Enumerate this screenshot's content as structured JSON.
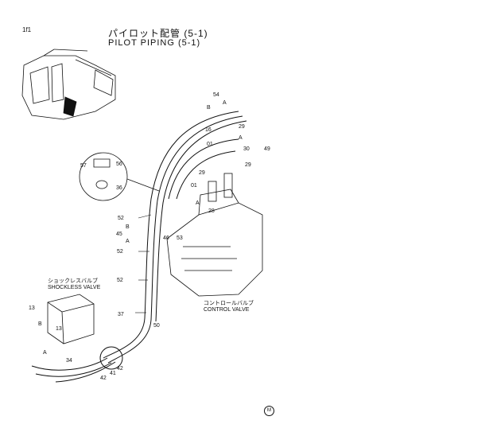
{
  "page_number": "1f1",
  "title_jp": "パイロット配管 (5-1)",
  "title_en": "PILOT PIPING (5-1)",
  "labels": {
    "shockless_valve_jp": "ショックレスバルブ",
    "shockless_valve_en": "SHOCKLESS VALVE",
    "control_valve_jp": "コントロールバルブ",
    "control_valve_en": "CONTROL VALVE"
  },
  "callouts": {
    "c54": "54",
    "cB1": "B",
    "cA1": "A",
    "c29a": "29",
    "c16": "16",
    "c01a": "01",
    "cA2": "A",
    "c30": "30",
    "c49": "49",
    "c29b": "29",
    "c29c": "29",
    "c01b": "01",
    "c28": "28",
    "cA3": "A",
    "c57": "57",
    "c56": "56",
    "c36": "36",
    "c52a": "52",
    "cB2": "B",
    "cA4": "A",
    "c45a": "45",
    "c46": "46",
    "c53": "53",
    "c52b": "52",
    "c52c": "52",
    "c37": "37",
    "c50": "50",
    "c13a": "13",
    "c13b": "13",
    "c34": "34",
    "c42a": "42",
    "c41": "41",
    "c42b": "42",
    "cB3": "B",
    "cA5": "A"
  },
  "mark": "M"
}
